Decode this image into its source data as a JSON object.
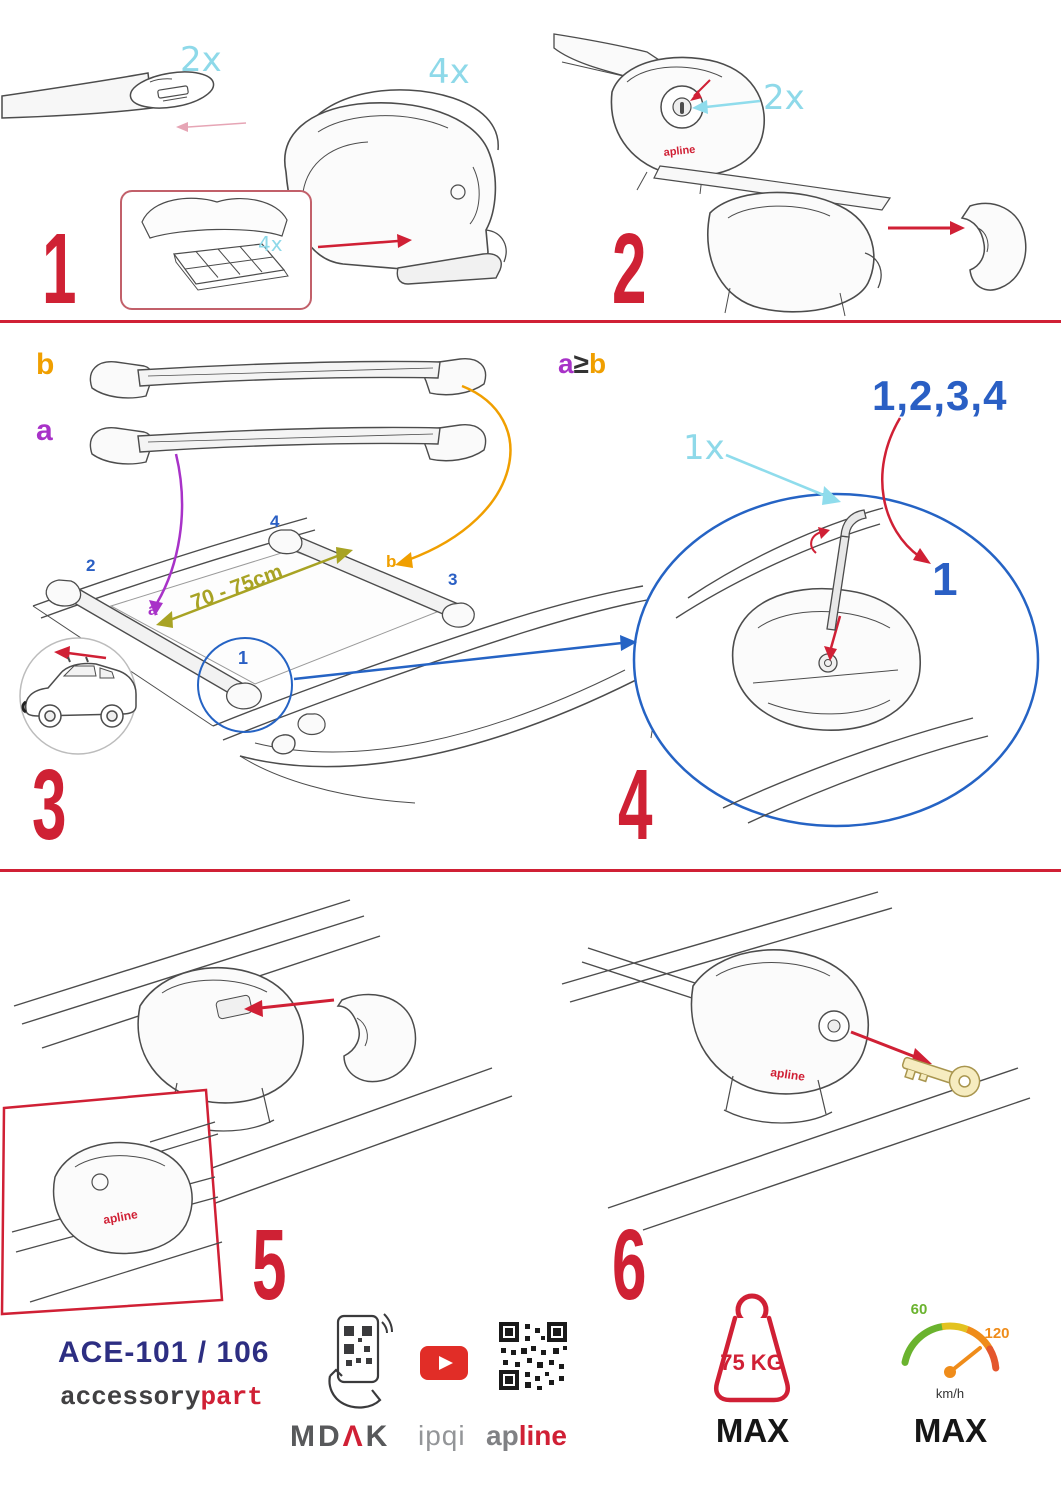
{
  "colors": {
    "step_red": "#cf2134",
    "accent_red": "#d02035",
    "cyan": "#8ed9e9",
    "purple": "#a832c8",
    "orange": "#f09f00",
    "olive": "#a8a324",
    "blue": "#2a5fc4",
    "navy": "#2d2e82",
    "green": "#6ab32e",
    "line_gray": "#4c4c4c"
  },
  "steps": {
    "s1": {
      "number": "1",
      "bar_qty": "2x",
      "foot_qty": "4x",
      "pad_qty": "4x"
    },
    "s2": {
      "number": "2",
      "lock_qty": "2x"
    },
    "s3": {
      "number": "3",
      "bar_b": "b",
      "bar_a": "a",
      "measurement": "70 - 75cm",
      "roof": {
        "pos1": "1",
        "pos2": "2",
        "pos3": "3",
        "pos4": "4",
        "pos_a": "a",
        "pos_b": "b"
      }
    },
    "s4": {
      "number": "4",
      "cond_a": "a",
      "cond_op": "≥",
      "cond_b": "b",
      "tool_qty": "1x",
      "sequence": "1,2,3,4",
      "first": "1"
    },
    "s5": {
      "number": "5"
    },
    "s6": {
      "number": "6"
    }
  },
  "drawing_brand": "apline",
  "footer": {
    "model": "ACE-101 / 106",
    "brand_accessory": "accessory",
    "brand_part": "part",
    "mdak_md": "MD",
    "mdak_a": "Λ",
    "mdak_k": "K",
    "ipqi": "ipqi",
    "apline_ap": "ap",
    "apline_line": "line",
    "weight_limit": "75 KG",
    "weight_max": "MAX",
    "speed_low": "60",
    "speed_high": "120",
    "speed_unit": "km/h",
    "speed_max": "MAX"
  }
}
